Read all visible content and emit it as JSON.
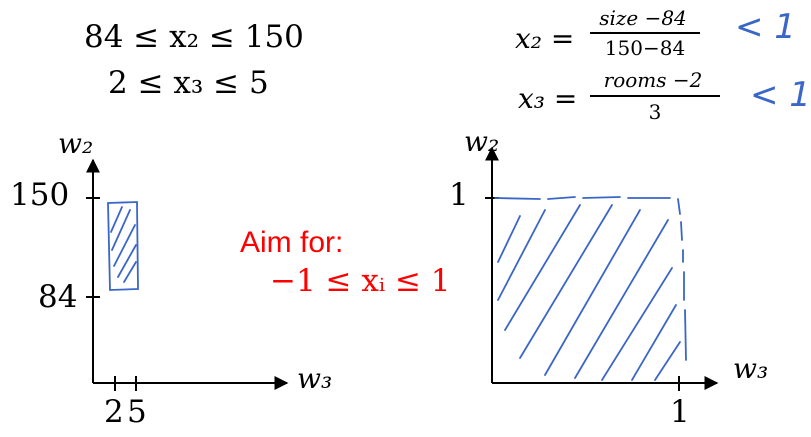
{
  "constraints": {
    "line1": "84 ≤ x₂ ≤ 150",
    "line2": "2 ≤ x₃ ≤ 5"
  },
  "formulas": {
    "x2_lhs": "x₂ =",
    "x2_num": "size −84",
    "x2_den": "150−84",
    "x3_lhs": "x₃ =",
    "x3_num": "rooms −2",
    "x3_den": "3",
    "handwritten_1": "< 1",
    "handwritten_2": "< 1"
  },
  "left_plot": {
    "y_label": "w₂",
    "x_label": "w₃",
    "y_ticks": [
      "150",
      "84"
    ],
    "x_ticks": [
      "2",
      "5"
    ]
  },
  "aim": {
    "line1": "Aim for:",
    "line2": "−1 ≤ xᵢ ≤ 1",
    "color": "#ff0000"
  },
  "right_plot": {
    "y_label": "w₂",
    "x_label": "w₃",
    "y_tick": "1",
    "x_tick": "1"
  },
  "colors": {
    "ink": "#000000",
    "hatch": "#3a66c7"
  }
}
